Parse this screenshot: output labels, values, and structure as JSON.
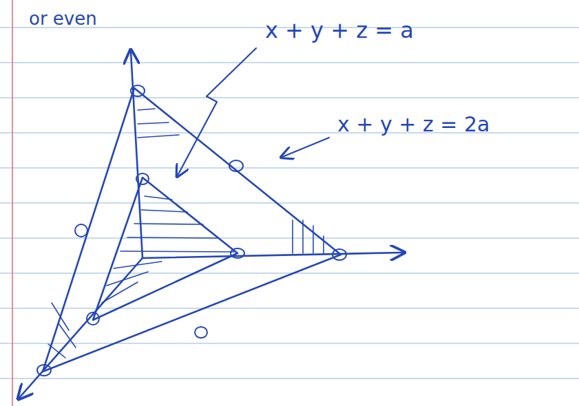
{
  "diagram": {
    "labels": [
      "or even",
      "x + y + z = a",
      "x + y + z = 2a"
    ]
  }
}
